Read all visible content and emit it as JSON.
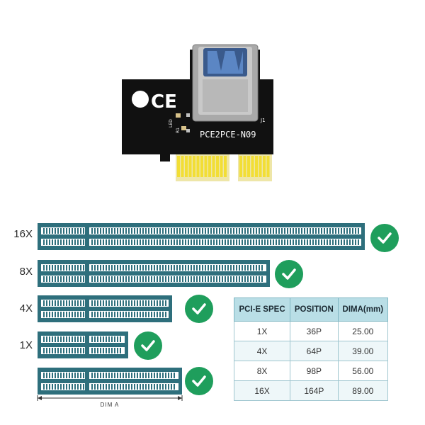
{
  "board": {
    "model_label": "PCE2PCE-N09",
    "ce_mark": "CE",
    "led_label": "LED",
    "r_label": "R1",
    "j_label": "J1"
  },
  "slots": [
    {
      "label": "16X"
    },
    {
      "label": "8X"
    },
    {
      "label": "4X"
    },
    {
      "label": "1X"
    },
    {
      "label": ""
    }
  ],
  "dim_label": "DIM A",
  "table": {
    "headers": [
      "PCI-E SPEC",
      "POSITION",
      "DIMA(mm)"
    ],
    "rows": [
      [
        "1X",
        "36P",
        "25.00"
      ],
      [
        "4X",
        "64P",
        "39.00"
      ],
      [
        "8X",
        "98P",
        "56.00"
      ],
      [
        "16X",
        "164P",
        "89.00"
      ]
    ]
  },
  "colors": {
    "slot_teal": "#2e6f7c",
    "check_green": "#1f9e5c",
    "gold": "#f2de35",
    "pcb": "#111111"
  }
}
